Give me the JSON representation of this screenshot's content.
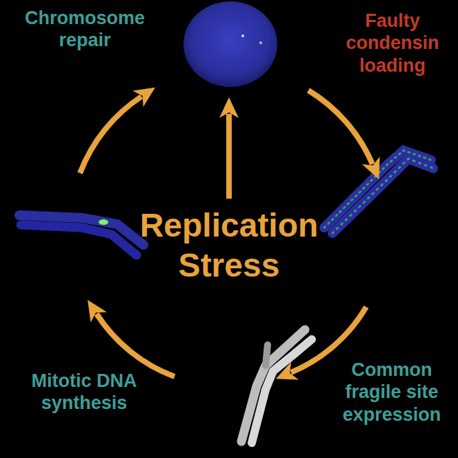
{
  "diagram": {
    "labels": [
      "Chromosome repair",
      "Faulty condensin loading",
      "Replication Stress",
      "Common fragile site expression",
      "Mitotic DNA synthesis"
    ]
  }
}
